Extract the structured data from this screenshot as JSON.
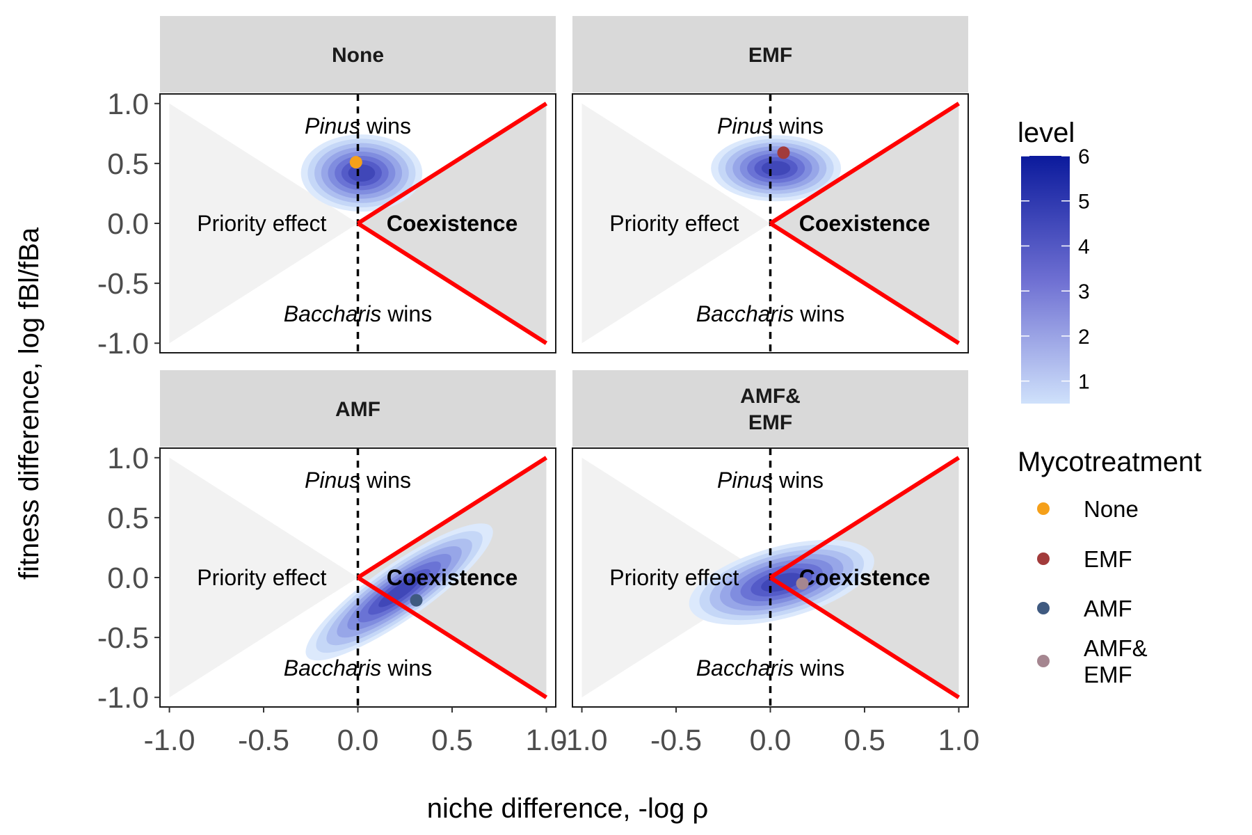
{
  "chart_data": {
    "type": "scatter",
    "xlabel": "niche difference, -log ρ",
    "ylabel": "fitness difference, log fBl/fBa",
    "xlim": [
      -1.05,
      1.05
    ],
    "ylim": [
      -1.08,
      1.08
    ],
    "x_ticks": [
      -1.0,
      -0.5,
      0.0,
      0.5,
      1.0
    ],
    "x_tick_labels": [
      "-1.0",
      "-0.5",
      "0.0",
      "0.5",
      "1.0"
    ],
    "y_ticks": [
      1.0,
      0.5,
      0.0,
      -0.5,
      -1.0
    ],
    "y_tick_labels": [
      "1.0",
      "0.5",
      "0.0",
      "-0.5",
      "-1.0"
    ],
    "grid": false,
    "region_labels": {
      "pinus": [
        "Pinus",
        " wins"
      ],
      "baccharis": [
        "Baccharis",
        " wins"
      ],
      "priority": "Priority effect",
      "coexistence": "Coexistence"
    },
    "panels": [
      {
        "strip": [
          "None"
        ],
        "point": {
          "x": -0.01,
          "y": 0.51
        },
        "color": "#F5A01A",
        "density": [
          {
            "x": 0.02,
            "y": 0.42,
            "sx": 0.14,
            "sy": 0.14,
            "rot": 0
          }
        ]
      },
      {
        "strip": [
          "EMF"
        ],
        "point": {
          "x": 0.07,
          "y": 0.59
        },
        "color": "#A23B3B",
        "density": [
          {
            "x": 0.03,
            "y": 0.46,
            "sx": 0.15,
            "sy": 0.12,
            "rot": 0
          }
        ]
      },
      {
        "strip": [
          "AMF"
        ],
        "point": {
          "x": 0.31,
          "y": -0.19
        },
        "color": "#3F5A80",
        "density": [
          {
            "x": 0.22,
            "y": -0.12,
            "sx": 0.26,
            "sy": 0.1,
            "rot": -35
          }
        ]
      },
      {
        "strip": [
          "AMF&",
          "EMF"
        ],
        "point": {
          "x": 0.17,
          "y": -0.05
        },
        "color": "#A58690",
        "density": [
          {
            "x": 0.06,
            "y": -0.04,
            "sx": 0.22,
            "sy": 0.13,
            "rot": -15
          }
        ]
      }
    ],
    "legend": {
      "colorbar_title": "level",
      "colorbar_ticks": [
        1,
        2,
        3,
        4,
        5,
        6
      ],
      "colorbar_colors": [
        "#cfe1fb",
        "#0b1a9c"
      ],
      "points_title": "Mycotreatment",
      "items": [
        {
          "label": [
            "None"
          ],
          "color": "#F5A01A"
        },
        {
          "label": [
            "EMF"
          ],
          "color": "#A23B3B"
        },
        {
          "label": [
            "AMF"
          ],
          "color": "#3F5A80"
        },
        {
          "label": [
            "AMF&",
            "EMF"
          ],
          "color": "#A58690"
        }
      ]
    }
  }
}
